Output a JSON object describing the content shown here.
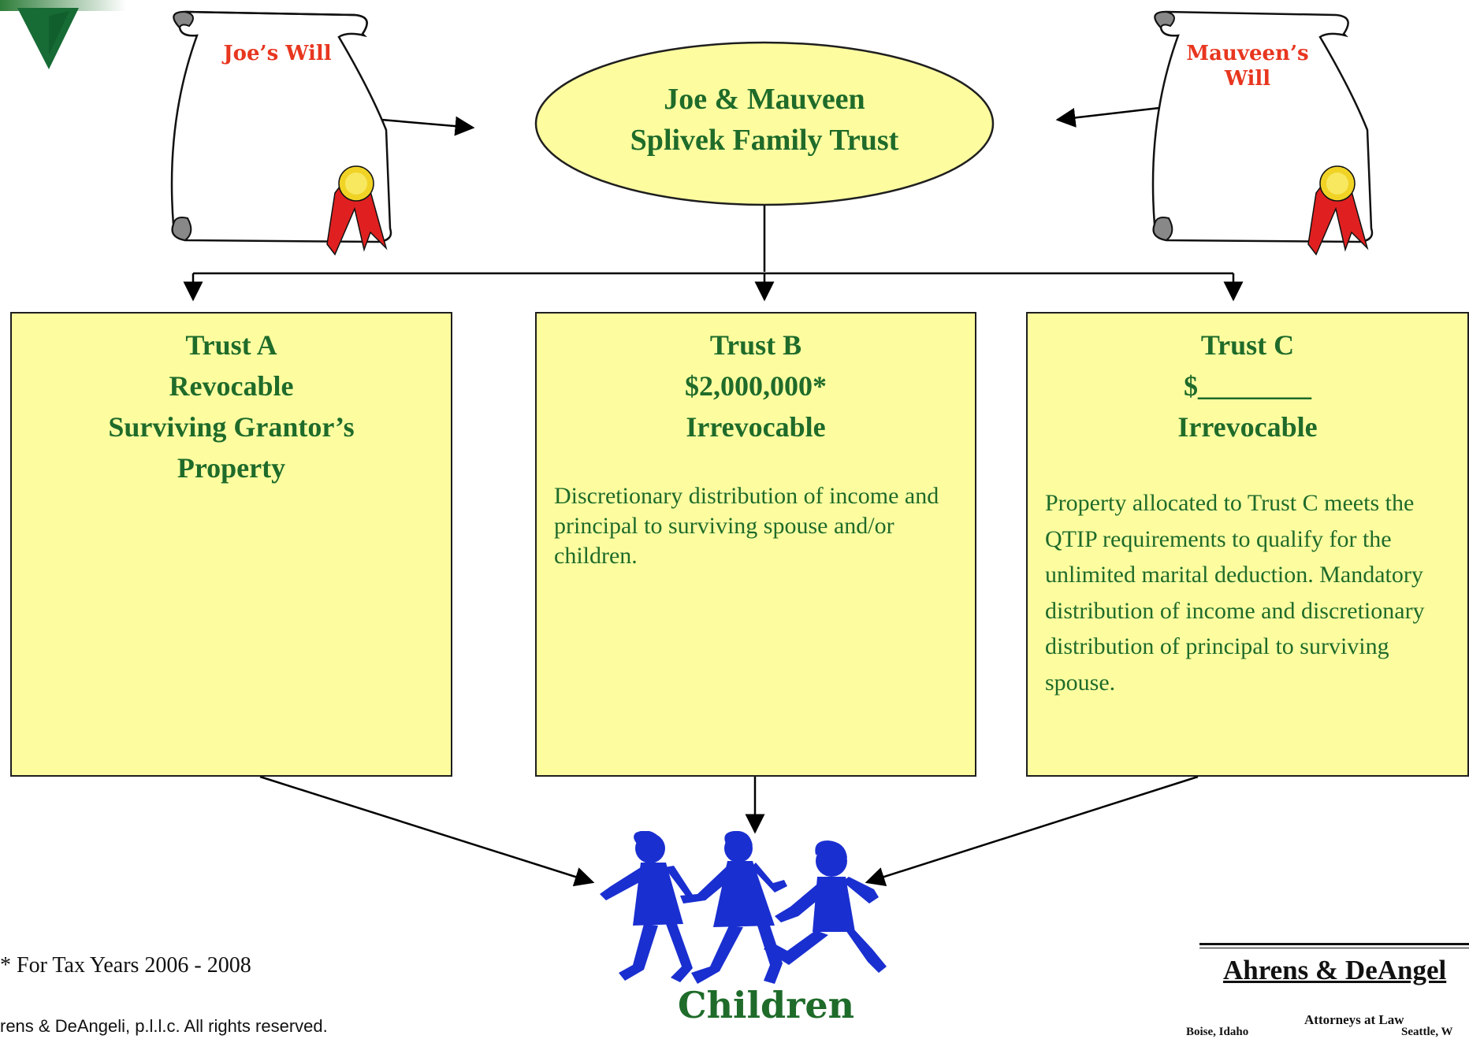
{
  "wills": {
    "left_label": "Joe’s Will",
    "right_label": "Mauveen’s Will"
  },
  "family_trust": {
    "line1": "Joe & Mauveen",
    "line2": "Splivek Family Trust"
  },
  "trusts": [
    {
      "lines": [
        "Trust A",
        "Revocable",
        "Surviving Grantor’s",
        "Property"
      ],
      "description": ""
    },
    {
      "lines": [
        "Trust B",
        "$2,000,000*",
        "Irrevocable"
      ],
      "description": "Discretionary distribution of income and principal to surviving spouse and/or children."
    },
    {
      "lines": [
        "Trust C",
        "$________",
        "Irrevocable"
      ],
      "description": "Property allocated to  Trust C meets the QTIP requirements to qualify for the unlimited marital deduction.  Mandatory distribution of income and discretionary distribution of principal to surviving spouse."
    }
  ],
  "beneficiary": {
    "label": "Children"
  },
  "footnote": "* For Tax Years 2006 - 2008",
  "copyright": "rens & DeAngeli, p.l.l.c. All rights reserved.",
  "firm": {
    "name": "Ahrens & DeAngel",
    "subtitle": "Attorneys at Law",
    "left_city": "Boise, Idaho",
    "right_city": "Seattle, W"
  },
  "colors": {
    "trust_fill": "#fdfda0",
    "title_green": "#1f6b2a",
    "will_red": "#e8361f",
    "children_blue": "#1a2fd0"
  }
}
